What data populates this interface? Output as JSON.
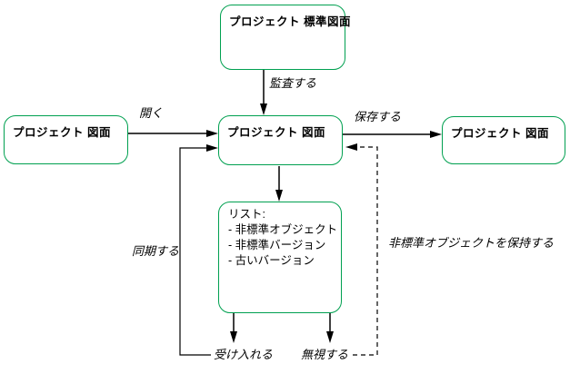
{
  "diagram": {
    "boxes": {
      "top": {
        "label": "プロジェクト 標準図面"
      },
      "left": {
        "label": "プロジェクト 図面"
      },
      "center": {
        "label": "プロジェクト 図面"
      },
      "right": {
        "label": "プロジェクト 図面"
      },
      "list": {
        "title": "リスト:",
        "items": [
          "- 非標準オブジェクト",
          "- 非標準バージョン",
          "- 古いバージョン"
        ]
      }
    },
    "labels": {
      "audit": "監査する",
      "open": "開く",
      "save": "保存する",
      "sync": "同期する",
      "accept": "受け入れる",
      "ignore": "無視する",
      "keep_nonstandard": "非標準オブジェクトを保持する"
    },
    "colors": {
      "box_border": "#00A050",
      "arrow": "#000000",
      "background": "#FFFFFF",
      "text": "#000000"
    }
  }
}
